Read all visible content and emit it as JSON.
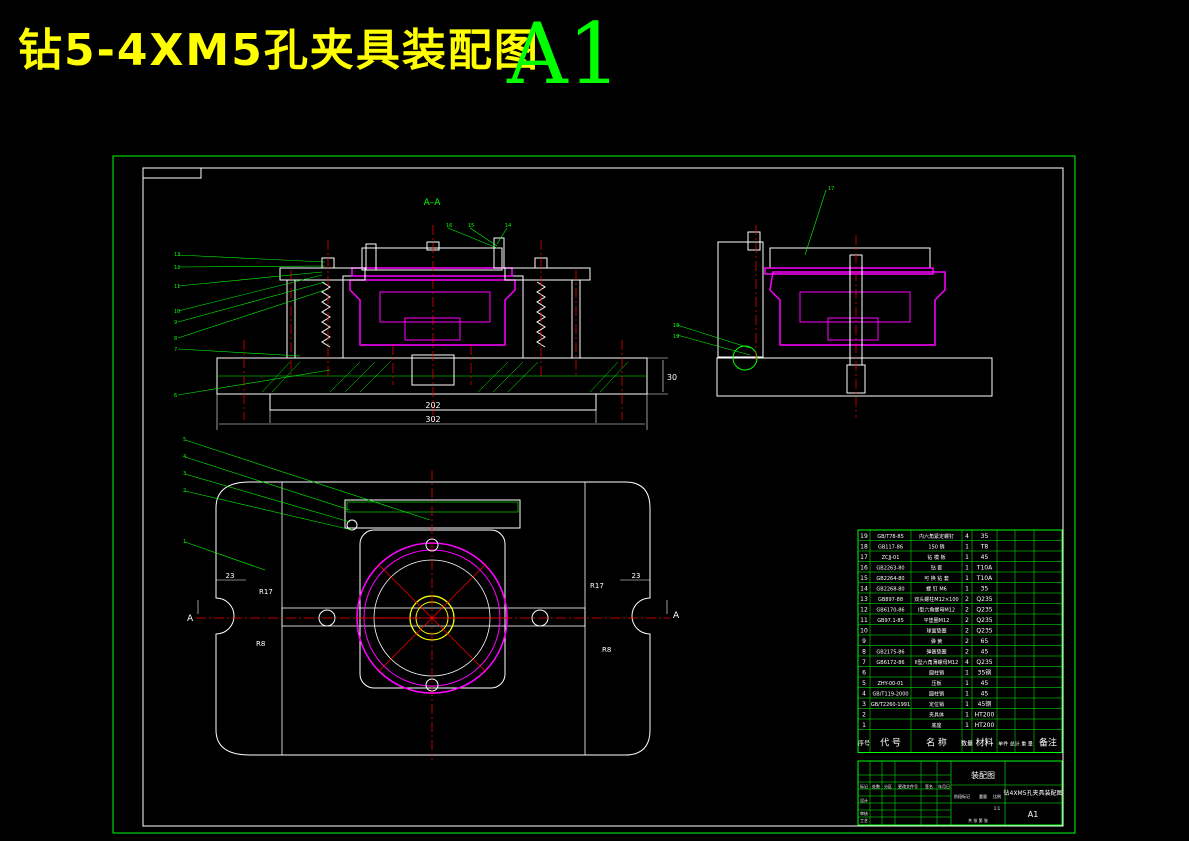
{
  "header": {
    "title": "钻5-4XM5孔夹具装配图",
    "sheet_size": "A1"
  },
  "drawing": {
    "section_label": "A–A",
    "section_marks": [
      "A",
      "A"
    ],
    "dims": {
      "dim_202": "202",
      "dim_302": "302",
      "dim_30": "30",
      "dim_23_left": "23",
      "dim_23_right": "23",
      "r17_left": "R17",
      "r17_right": "R17",
      "r8_left": "R8",
      "r8_right": "R8"
    },
    "front_callouts": [
      "13",
      "12",
      "11",
      "10",
      "9",
      "8",
      "7",
      "6"
    ],
    "top_callouts": [
      "16",
      "15",
      "14"
    ],
    "side_callouts": [
      "17",
      "18",
      "19"
    ],
    "plan_callouts": [
      "5",
      "4",
      "3",
      "2",
      "1"
    ]
  },
  "bom": {
    "rows": [
      {
        "no": "19",
        "code": "GB/T78-85",
        "name": "内六角紧定螺钉",
        "qty": "4",
        "mat": "35"
      },
      {
        "no": "18",
        "code": "GB117-86",
        "name": "150 销",
        "qty": "1",
        "mat": "T8"
      },
      {
        "no": "17",
        "code": "ZCJJ-01",
        "name": "钻 模 板",
        "qty": "1",
        "mat": "45"
      },
      {
        "no": "16",
        "code": "GB2263-80",
        "name": "钻 套",
        "qty": "1",
        "mat": "T10A"
      },
      {
        "no": "15",
        "code": "GB2264-80",
        "name": "可 换 钻 套",
        "qty": "1",
        "mat": "T10A"
      },
      {
        "no": "14",
        "code": "GB2268-80",
        "name": "螺 钉 M6",
        "qty": "1",
        "mat": "35"
      },
      {
        "no": "13",
        "code": "GB897-88",
        "name": "双头螺柱M12×100",
        "qty": "2",
        "mat": "Q235"
      },
      {
        "no": "12",
        "code": "GB6170-86",
        "name": "I型六角螺母M12",
        "qty": "2",
        "mat": "Q235"
      },
      {
        "no": "11",
        "code": "GB97.1-85",
        "name": "平垫圈M12",
        "qty": "2",
        "mat": "Q235"
      },
      {
        "no": "10",
        "code": "",
        "name": "球面垫圈",
        "qty": "2",
        "mat": "Q235"
      },
      {
        "no": "9",
        "code": "",
        "name": "弹 簧",
        "qty": "2",
        "mat": "65"
      },
      {
        "no": "8",
        "code": "GB2175-86",
        "name": "弹簧垫圈",
        "qty": "2",
        "mat": "45"
      },
      {
        "no": "7",
        "code": "GB6172-86",
        "name": "II型六角薄螺母M12",
        "qty": "4",
        "mat": "Q235"
      },
      {
        "no": "6",
        "code": "",
        "name": "圆柱销",
        "qty": "1",
        "mat": "35钢"
      },
      {
        "no": "5",
        "code": "ZHY-00-01",
        "name": "压板",
        "qty": "1",
        "mat": "45"
      },
      {
        "no": "4",
        "code": "GB/T119-2000",
        "name": "圆柱销",
        "qty": "1",
        "mat": "45"
      },
      {
        "no": "3",
        "code": "GB/T2260-1991",
        "name": "定位销",
        "qty": "1",
        "mat": "45钢"
      },
      {
        "no": "2",
        "code": "",
        "name": "夹具体",
        "qty": "1",
        "mat": "HT200"
      },
      {
        "no": "1",
        "code": "",
        "name": "底座",
        "qty": "1",
        "mat": "HT200"
      }
    ],
    "header": {
      "no": "序号",
      "code": "代 号",
      "name": "名 称",
      "qty": "数量",
      "mat": "材料",
      "weight": "单件 总计 重 量",
      "note": "备注"
    }
  },
  "title_block": {
    "drawing_name": "装配图",
    "part_name": "钻4XM5孔夹具装配图",
    "sheet": "A1",
    "row_labels": [
      "标记",
      "处数",
      "分区",
      "更改文件号",
      "签名",
      "年月日"
    ],
    "roles": [
      "设计",
      "审核",
      "工艺"
    ],
    "stage_labels": [
      "阶段标记",
      "重量",
      "比例"
    ],
    "scale": "1:1",
    "sheet_count": "共  张  第  张"
  },
  "colors": {
    "title": "#ffff00",
    "sheet_size": "#00ff00",
    "frame": "#00ff00",
    "outline": "#ffffff",
    "center": "#ff0000",
    "part": "#ff00ff",
    "table": "#00ff00"
  }
}
